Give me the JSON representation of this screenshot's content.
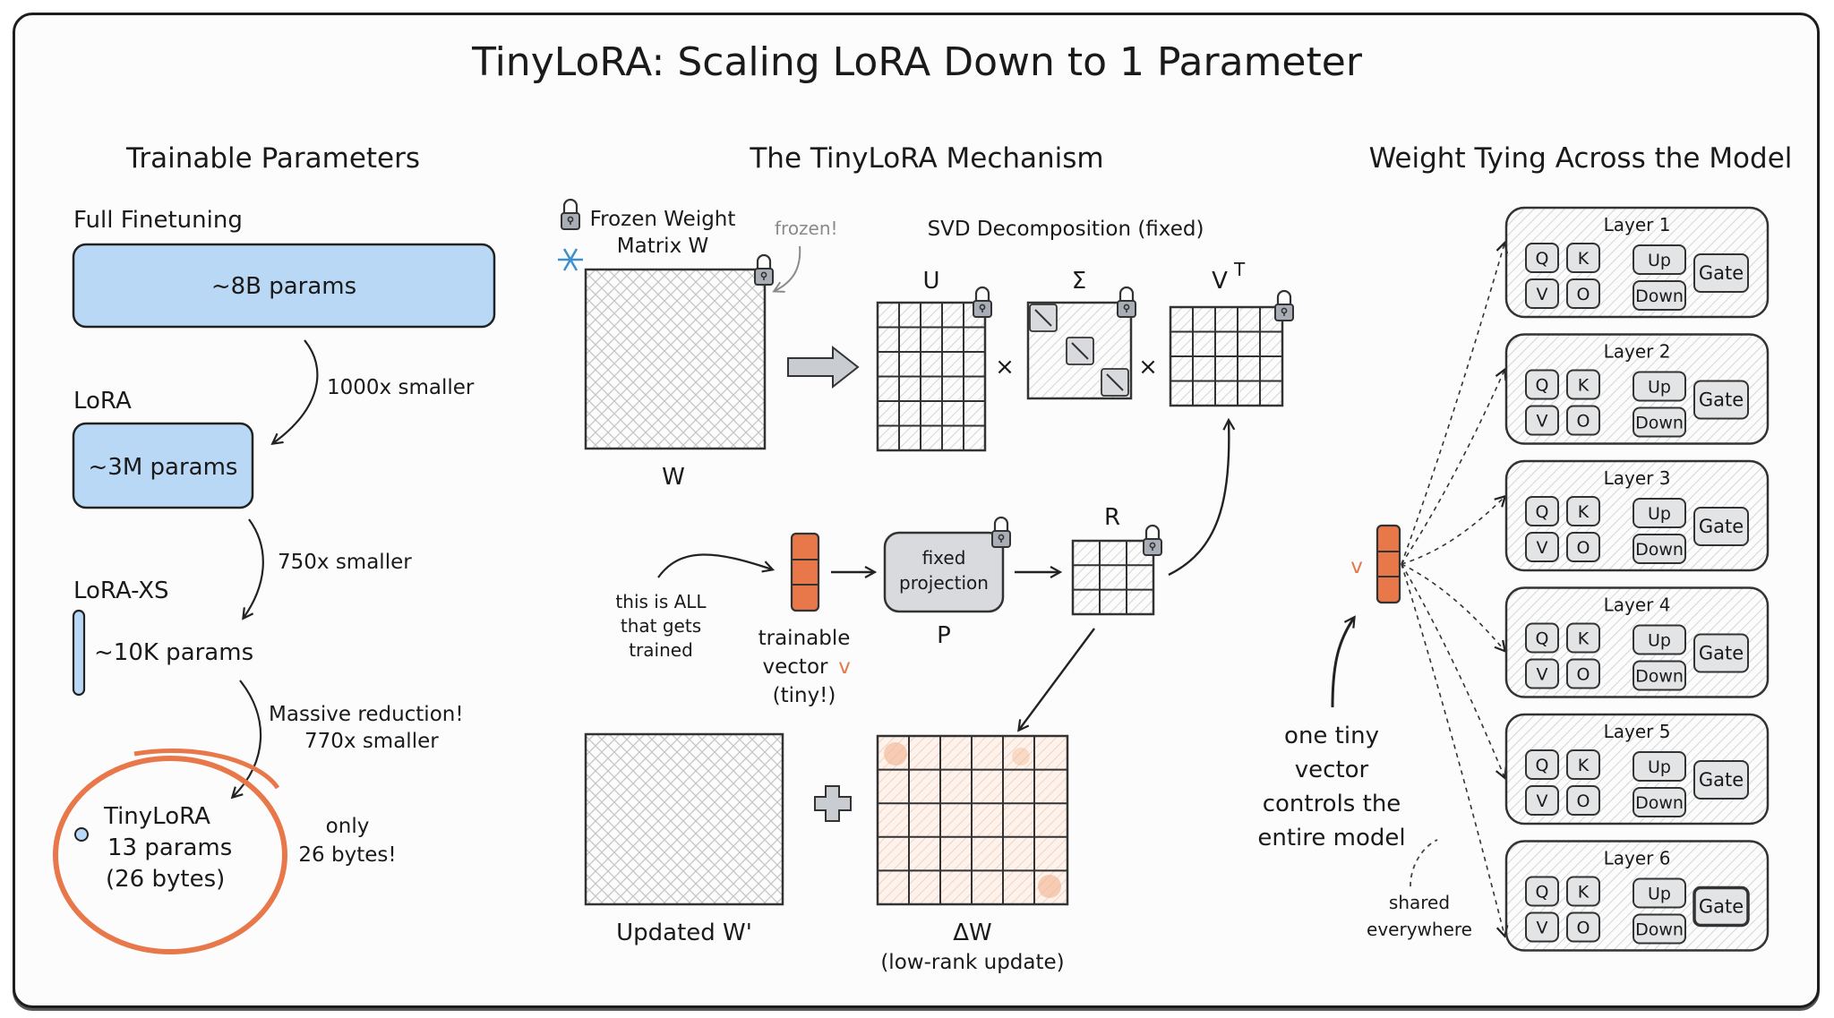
{
  "title": "TinyLoRA: Scaling LoRA Down to 1 Parameter",
  "colors": {
    "blue_fill": "#b9d8f5",
    "orange": "#e8774a",
    "gray_fill": "#d9dadd",
    "ink": "#1a1a1a"
  },
  "left": {
    "heading": "Trainable Parameters",
    "full": {
      "label": "Full Finetuning",
      "params": "~8B params"
    },
    "arrow1": "1000x smaller",
    "lora": {
      "label": "LoRA",
      "params": "~3M params"
    },
    "arrow2": "750x smaller",
    "loraxs": {
      "label": "LoRA-XS",
      "params": "~10K params"
    },
    "arrow3_line1": "Massive reduction!",
    "arrow3_line2": "770x smaller",
    "tiny": {
      "name": "TinyLoRA",
      "params": "13 params",
      "bytes": "(26 bytes)"
    },
    "note_line1": "only",
    "note_line2": "26 bytes!"
  },
  "middle": {
    "heading": "The TinyLoRA Mechanism",
    "frozen_label_line1": "Frozen Weight",
    "frozen_label_line2": "Matrix W",
    "frozen_note": "frozen!",
    "w_label": "W",
    "svd_label": "SVD Decomposition (fixed)",
    "u_label": "U",
    "sigma_label": "Σ",
    "vt_label": "V",
    "vt_sup": "T",
    "times": "×",
    "annot_line1": "this is ALL",
    "annot_line2": "that gets",
    "annot_line3": "trained",
    "vector_line1": "trainable",
    "vector_line2": "vector",
    "vector_v": "v",
    "vector_line3": "(tiny!)",
    "proj_line1": "fixed",
    "proj_line2": "projection",
    "p_label": "P",
    "r_label": "R",
    "updated_label": "Updated W'",
    "plus": "+",
    "delta_label": "ΔW",
    "delta_sub": "(low-rank update)"
  },
  "right": {
    "heading": "Weight Tying Across the Model",
    "v_label": "v",
    "caption_line1": "one tiny",
    "caption_line2": "vector",
    "caption_line3": "controls the",
    "caption_line4": "entire model",
    "shared_line1": "shared",
    "shared_line2": "everywhere",
    "layers": [
      {
        "name": "Layer 1",
        "q": "Q",
        "k": "K",
        "v": "V",
        "o": "O",
        "up": "Up",
        "down": "Down",
        "gate": "Gate"
      },
      {
        "name": "Layer 2",
        "q": "Q",
        "k": "K",
        "v": "V",
        "o": "O",
        "up": "Up",
        "down": "Down",
        "gate": "Gate"
      },
      {
        "name": "Layer 3",
        "q": "Q",
        "k": "K",
        "v": "V",
        "o": "O",
        "up": "Up",
        "down": "Down",
        "gate": "Gate"
      },
      {
        "name": "Layer 4",
        "q": "Q",
        "k": "K",
        "v": "V",
        "o": "O",
        "up": "Up",
        "down": "Down",
        "gate": "Gate"
      },
      {
        "name": "Layer 5",
        "q": "Q",
        "k": "K",
        "v": "V",
        "o": "O",
        "up": "Up",
        "down": "Down",
        "gate": "Gate"
      },
      {
        "name": "Layer 6",
        "q": "Q",
        "k": "K",
        "v": "V",
        "o": "O",
        "up": "Up",
        "down": "Down",
        "gate": "Gate"
      }
    ]
  }
}
